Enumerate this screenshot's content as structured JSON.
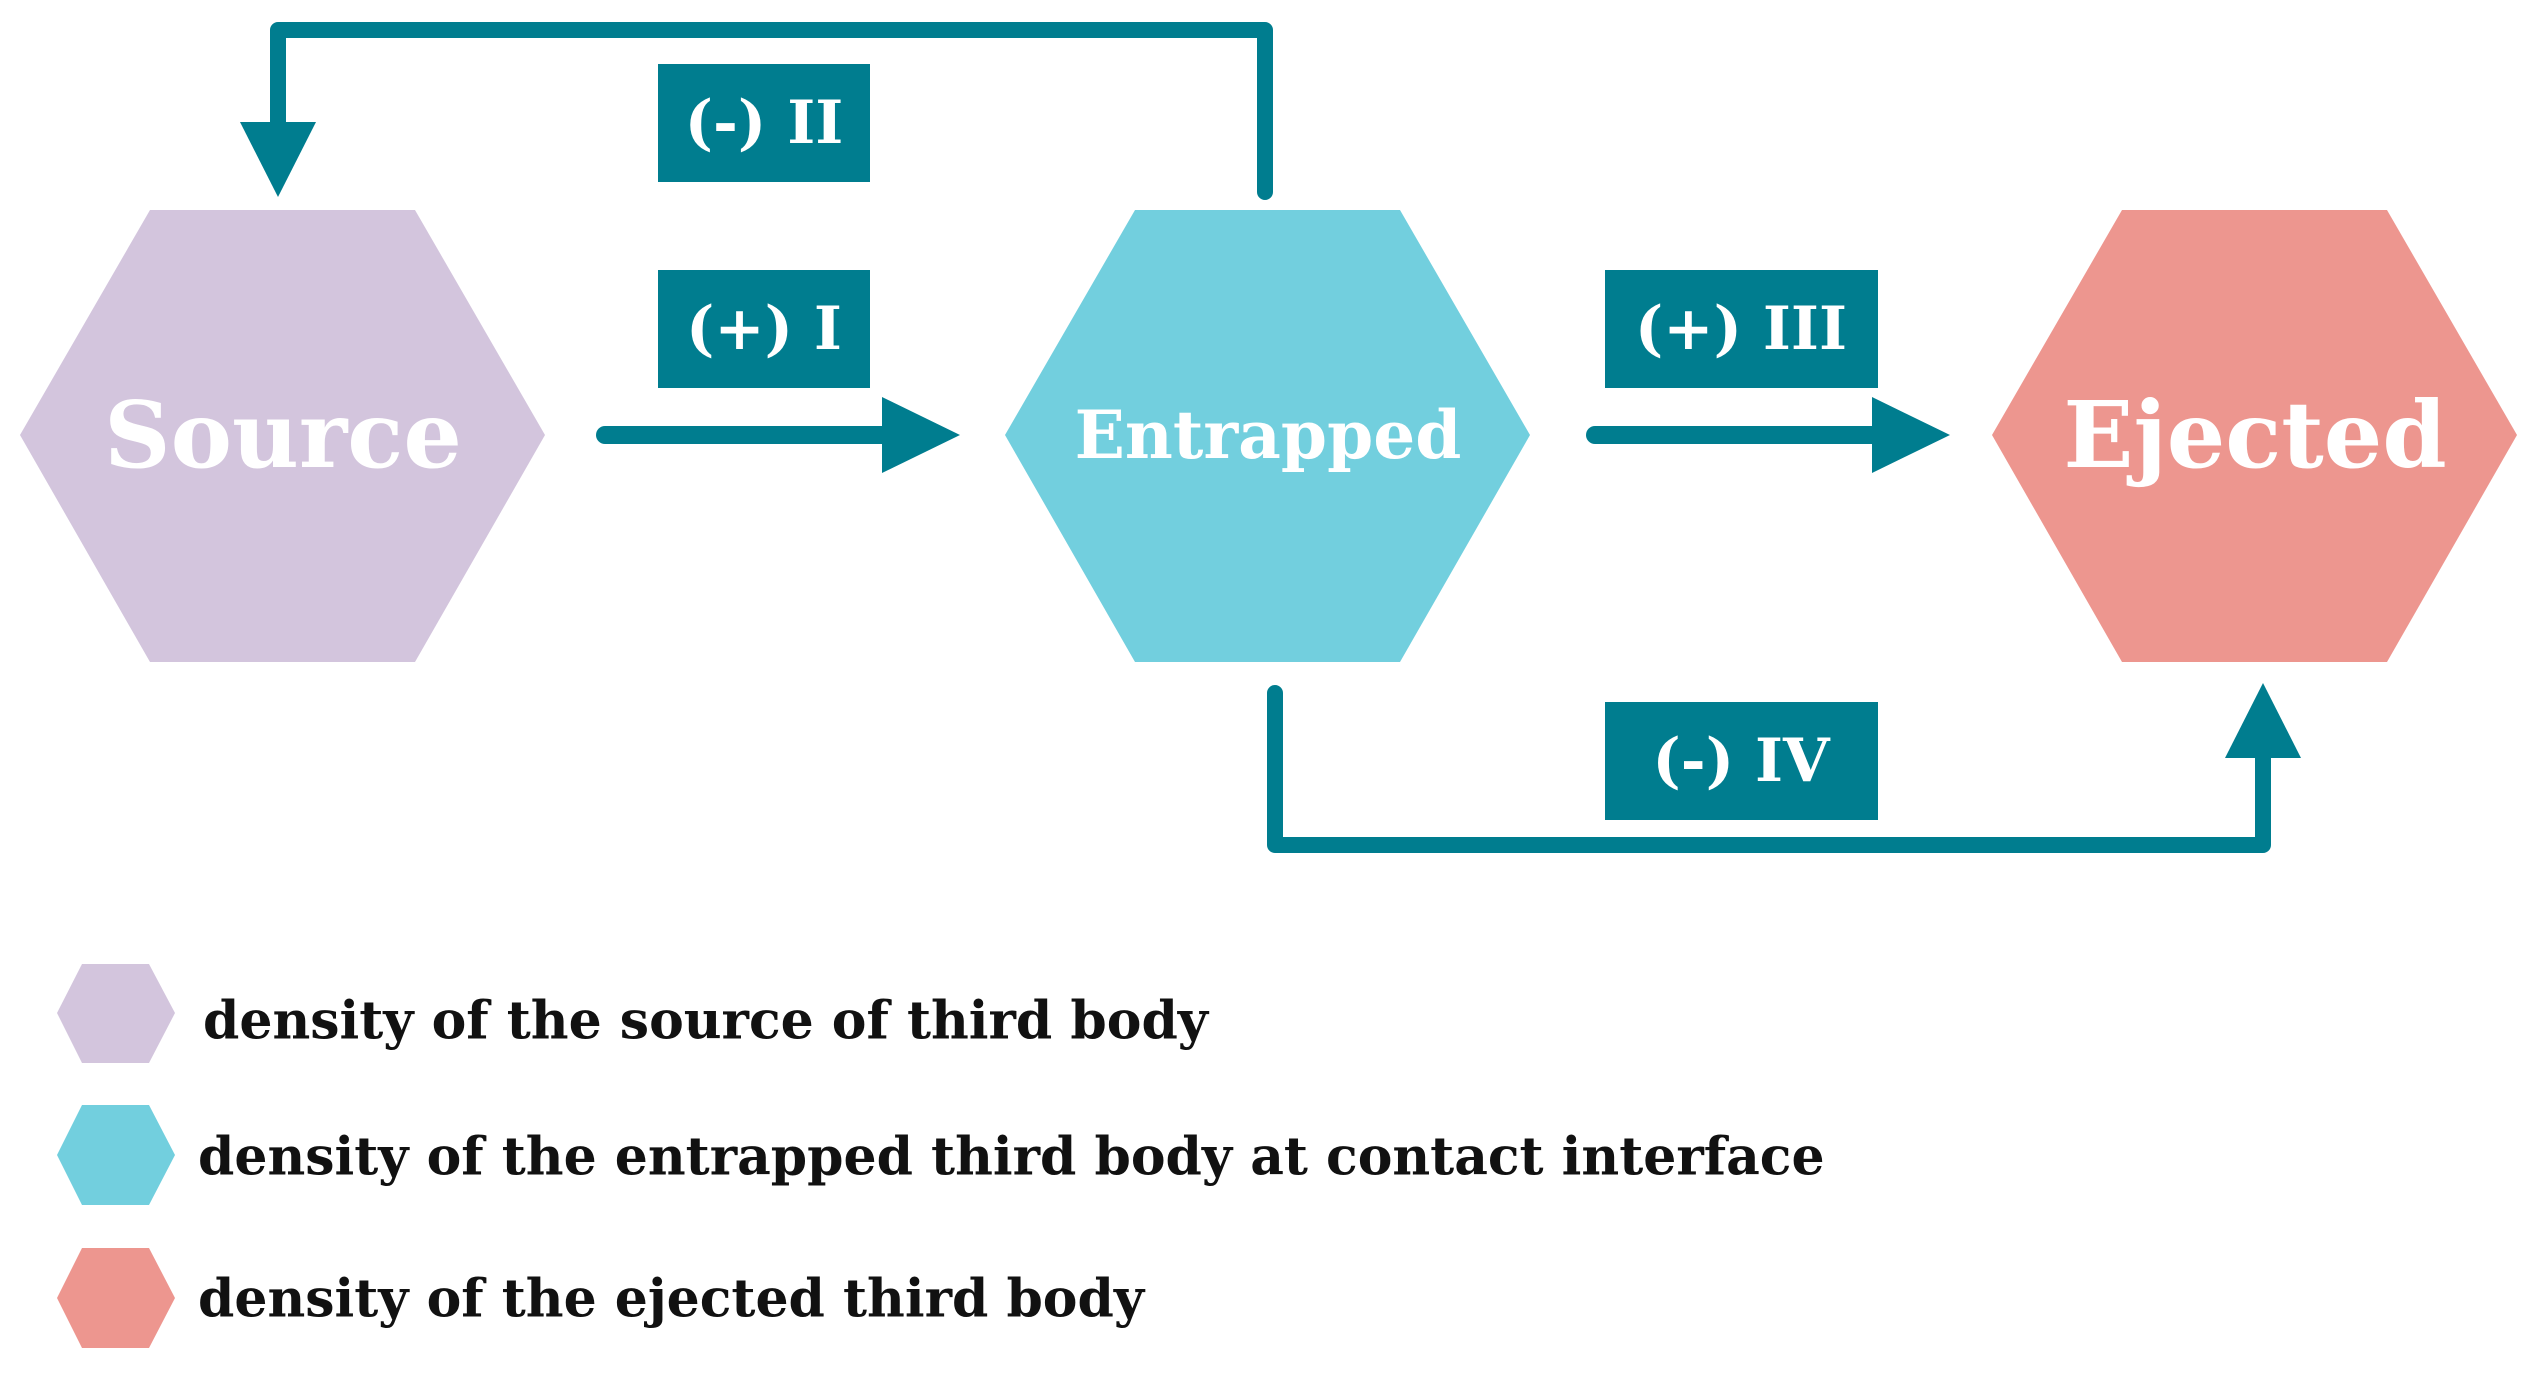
{
  "colors": {
    "source": "#d3c5dd",
    "entrapped": "#72cfde",
    "ejected": "#ed968f",
    "teal": "#007d8f"
  },
  "nodes": {
    "source": "Source",
    "entrapped": "Entrapped",
    "ejected": "Ejected"
  },
  "flows": {
    "i": "(+) I",
    "ii": "(-) II",
    "iii": "(+) III",
    "iv": "(-) IV"
  },
  "legend": [
    "density of the source of third body",
    "density of the entrapped third body at contact interface",
    "density of the ejected third body"
  ]
}
